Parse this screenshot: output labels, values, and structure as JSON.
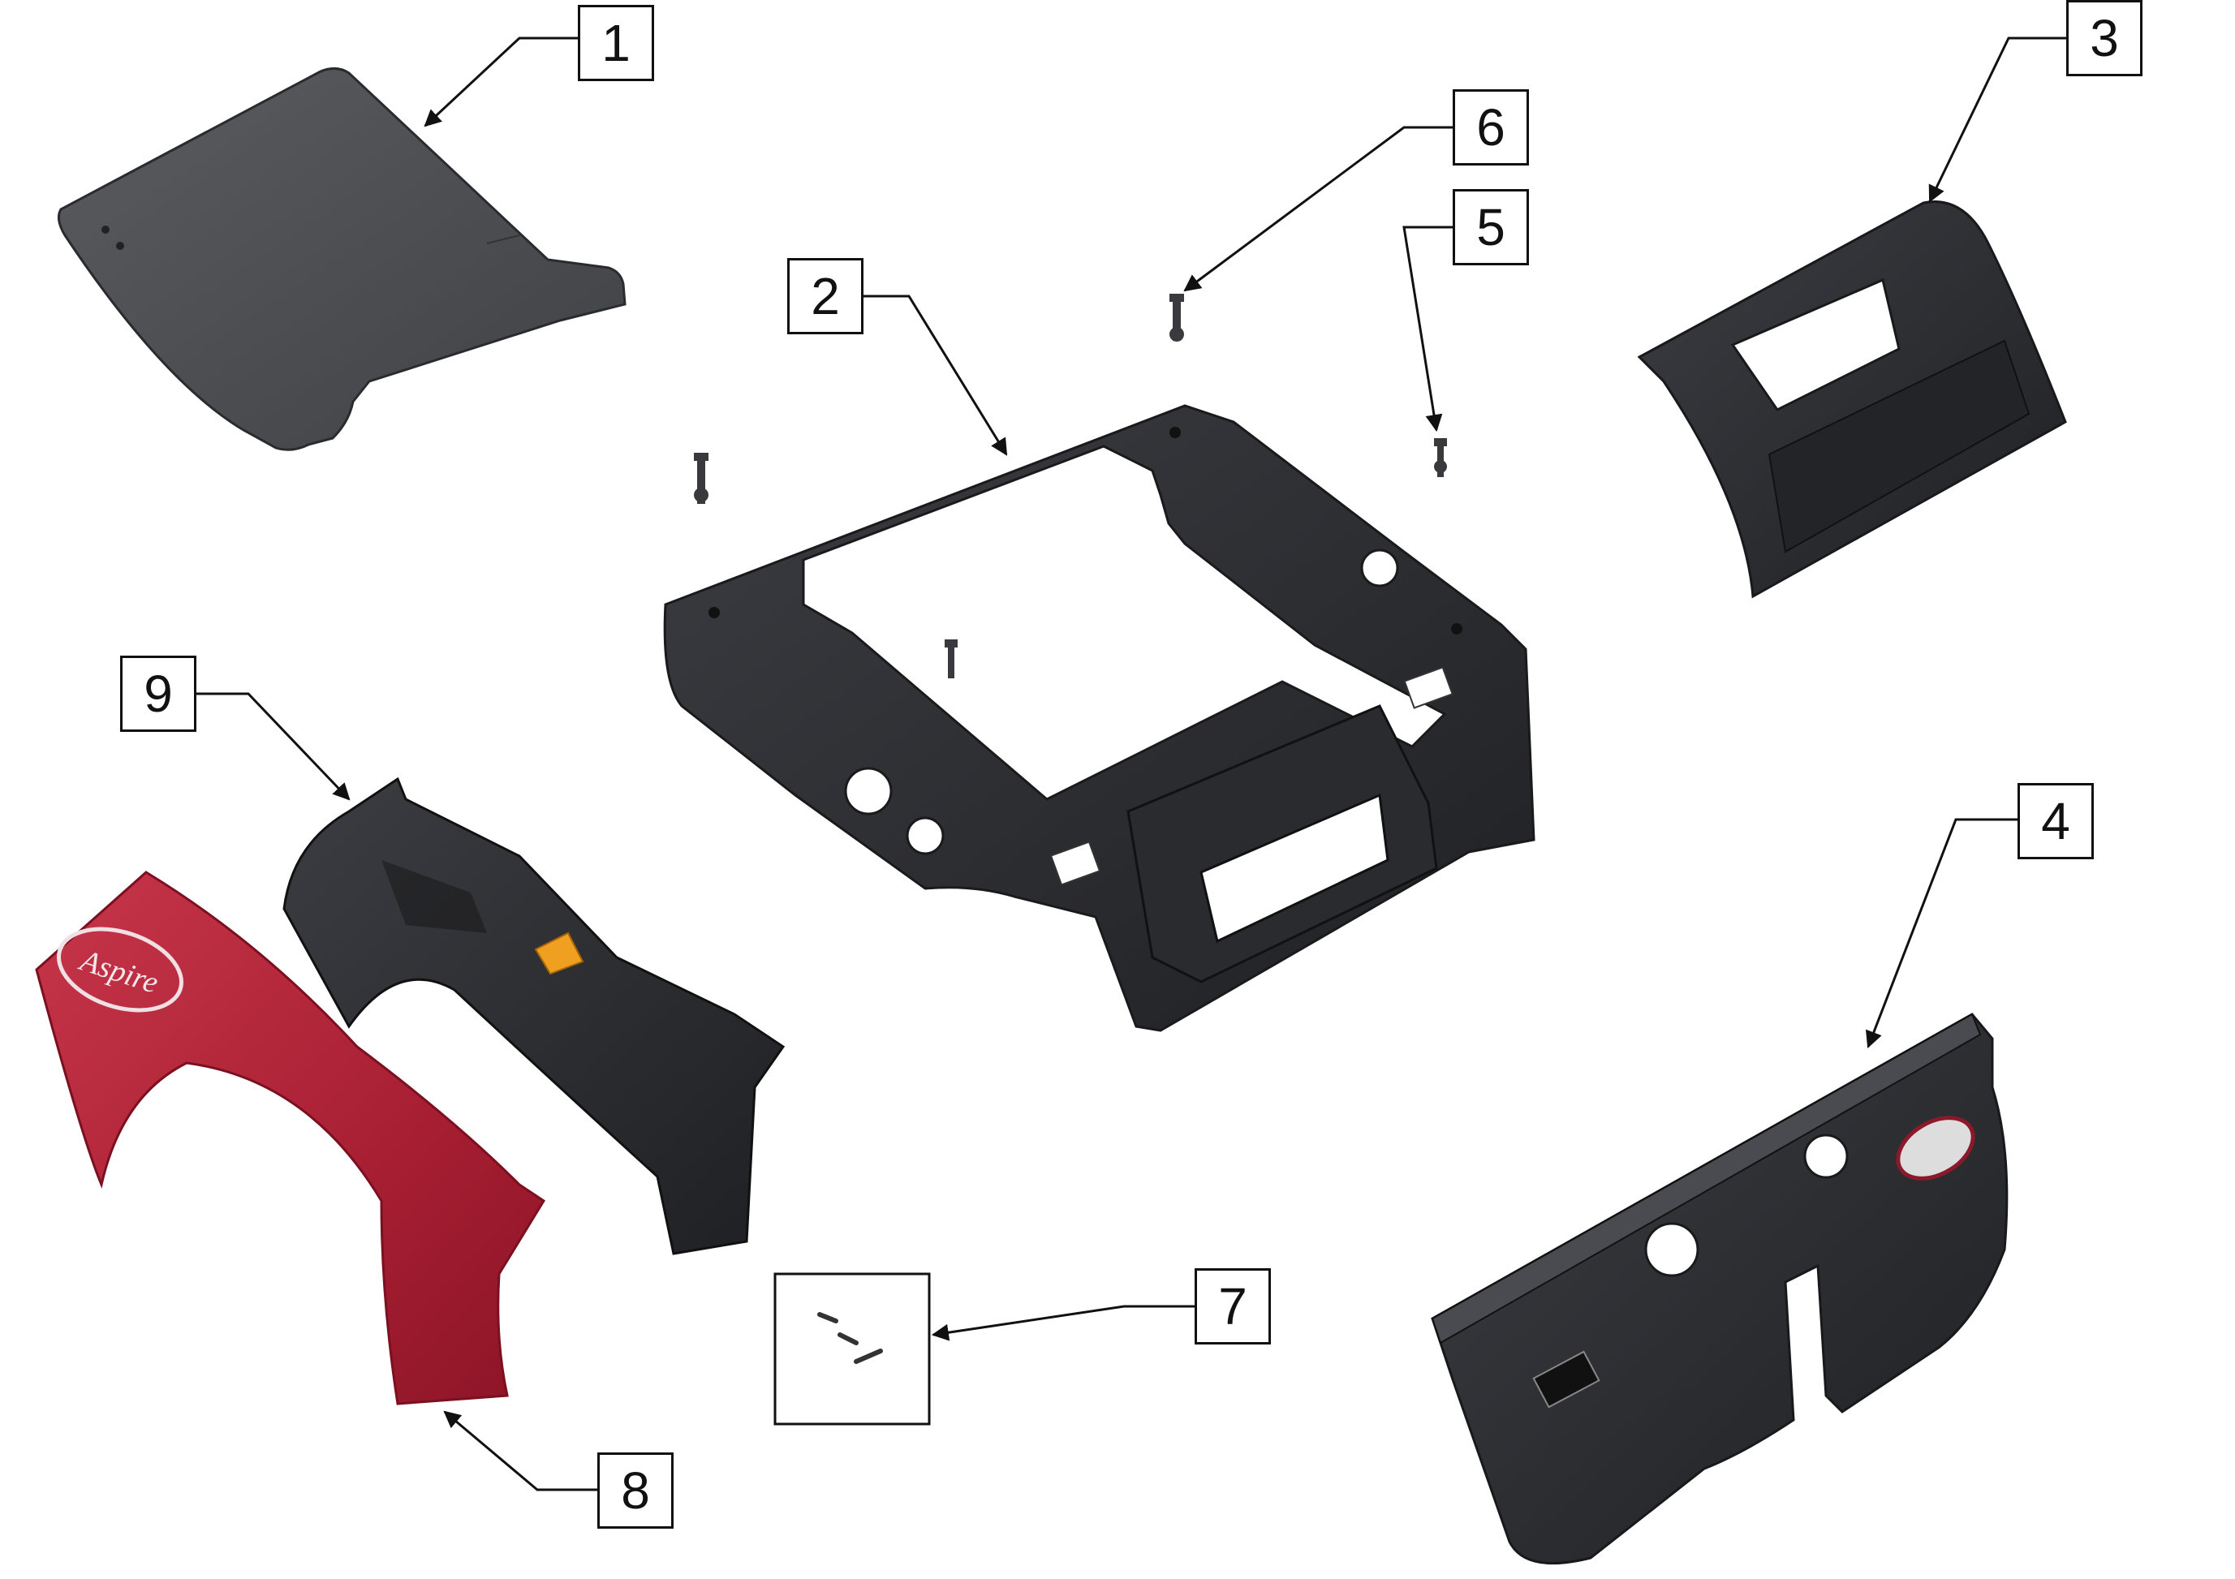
{
  "diagram": {
    "callouts": [
      {
        "id": "1",
        "label": "1"
      },
      {
        "id": "2",
        "label": "2"
      },
      {
        "id": "3",
        "label": "3"
      },
      {
        "id": "4",
        "label": "4"
      },
      {
        "id": "5",
        "label": "5"
      },
      {
        "id": "6",
        "label": "6"
      },
      {
        "id": "7",
        "label": "7"
      },
      {
        "id": "8",
        "label": "8"
      },
      {
        "id": "9",
        "label": "9"
      }
    ],
    "parts": [
      {
        "id": "1",
        "name": "top-panel",
        "color": "#4a4c50"
      },
      {
        "id": "2",
        "name": "frame-shroud",
        "color": "#2f3034"
      },
      {
        "id": "3",
        "name": "rear-tray",
        "color": "#2c2d31"
      },
      {
        "id": "4",
        "name": "rear-cover",
        "color": "#333438"
      },
      {
        "id": "5",
        "name": "push-rivet-a",
        "color": "#3a3a3e"
      },
      {
        "id": "6",
        "name": "push-rivet-b",
        "color": "#3a3a3e"
      },
      {
        "id": "7",
        "name": "screw-set",
        "color": "#333"
      },
      {
        "id": "8",
        "name": "red-fender",
        "color": "#b8283a"
      },
      {
        "id": "9",
        "name": "black-fender",
        "color": "#26272a"
      }
    ],
    "decal": {
      "logo_text": "Aspire",
      "color": "#f0a020"
    }
  }
}
